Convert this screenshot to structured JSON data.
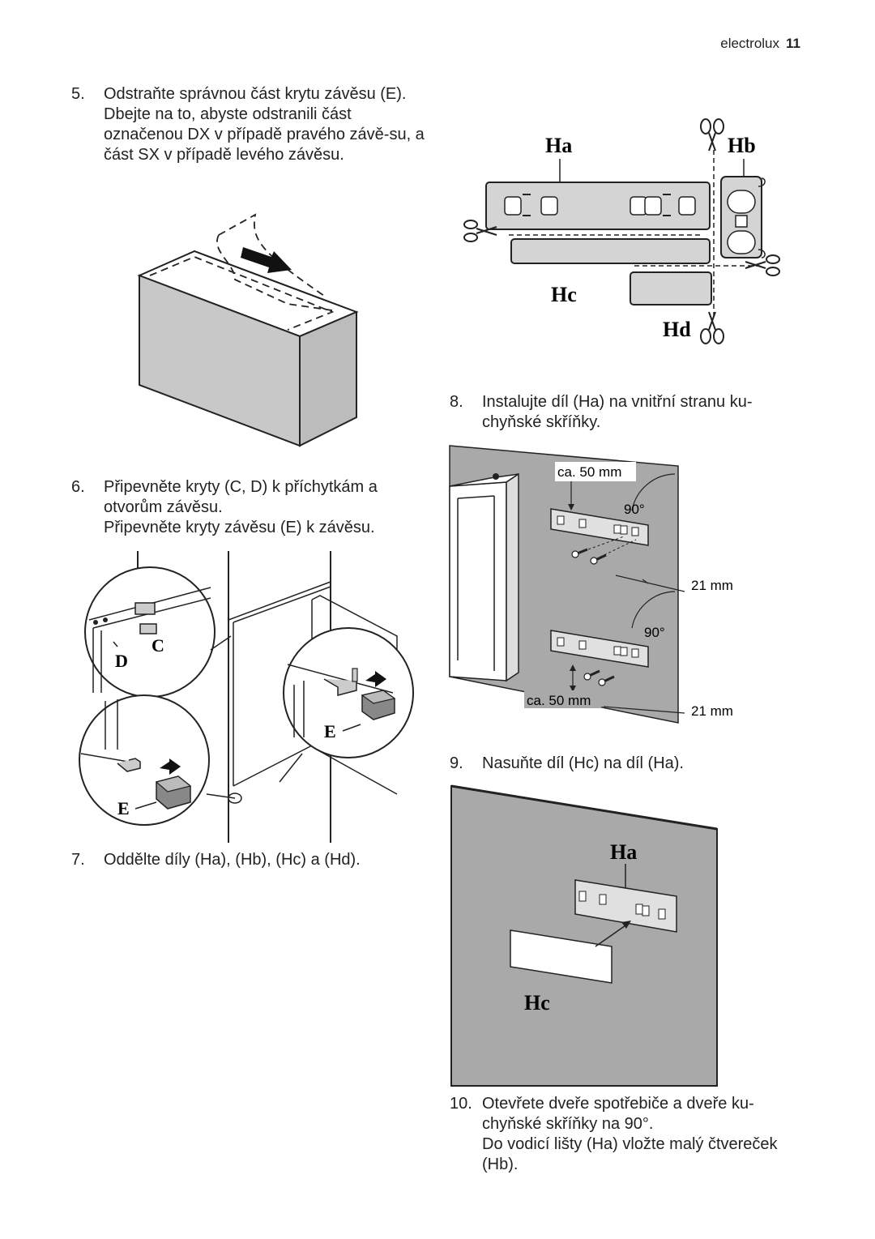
{
  "header": {
    "brand": "electrolux",
    "page": "11"
  },
  "steps": {
    "s5": {
      "num": "5.",
      "text": "Odstraňte správnou část krytu závěsu (E). Dbejte na to, abyste odstranili část označenou DX v případě pravého závě-su, a část SX v případě levého závěsu."
    },
    "s6": {
      "num": "6.",
      "text": "Připevněte kryty (C, D) k příchytkám a otvorům závěsu.",
      "sub": "Připevněte kryty závěsu (E) k závěsu."
    },
    "s7": {
      "num": "7.",
      "text": "Oddělte díly (Ha), (Hb), (Hc) a (Hd)."
    },
    "s8": {
      "num": "8.",
      "text": "Instalujte díl (Ha) na vnitřní stranu ku-chyňské skříňky."
    },
    "s9": {
      "num": "9.",
      "text": "Nasuňte díl (Hc) na díl (Ha)."
    },
    "s10": {
      "num": "10.",
      "text": "Otevřete dveře spotřebiče a dveře ku-chyňské skříňky na 90°.",
      "sub": "Do vodicí lišty (Ha) vložte malý čtvereček (Hb)."
    }
  },
  "fig_parts": {
    "ha": "Ha",
    "hb": "Hb",
    "hc": "Hc",
    "hd": "Hd"
  },
  "fig_hinge": {
    "c": "C",
    "d": "D",
    "e1": "E",
    "e2": "E"
  },
  "fig_install": {
    "dim1": "ca. 50 mm",
    "dim2": "ca. 50 mm",
    "angle1": "90°",
    "angle2": "90°",
    "gap1": "21 mm",
    "gap2": "21 mm"
  },
  "fig_slide": {
    "ha": "Ha",
    "hc": "Hc"
  },
  "colors": {
    "panel_gray": "#a9a9a9",
    "part_gray": "#d4d4d4",
    "line": "#222222"
  }
}
